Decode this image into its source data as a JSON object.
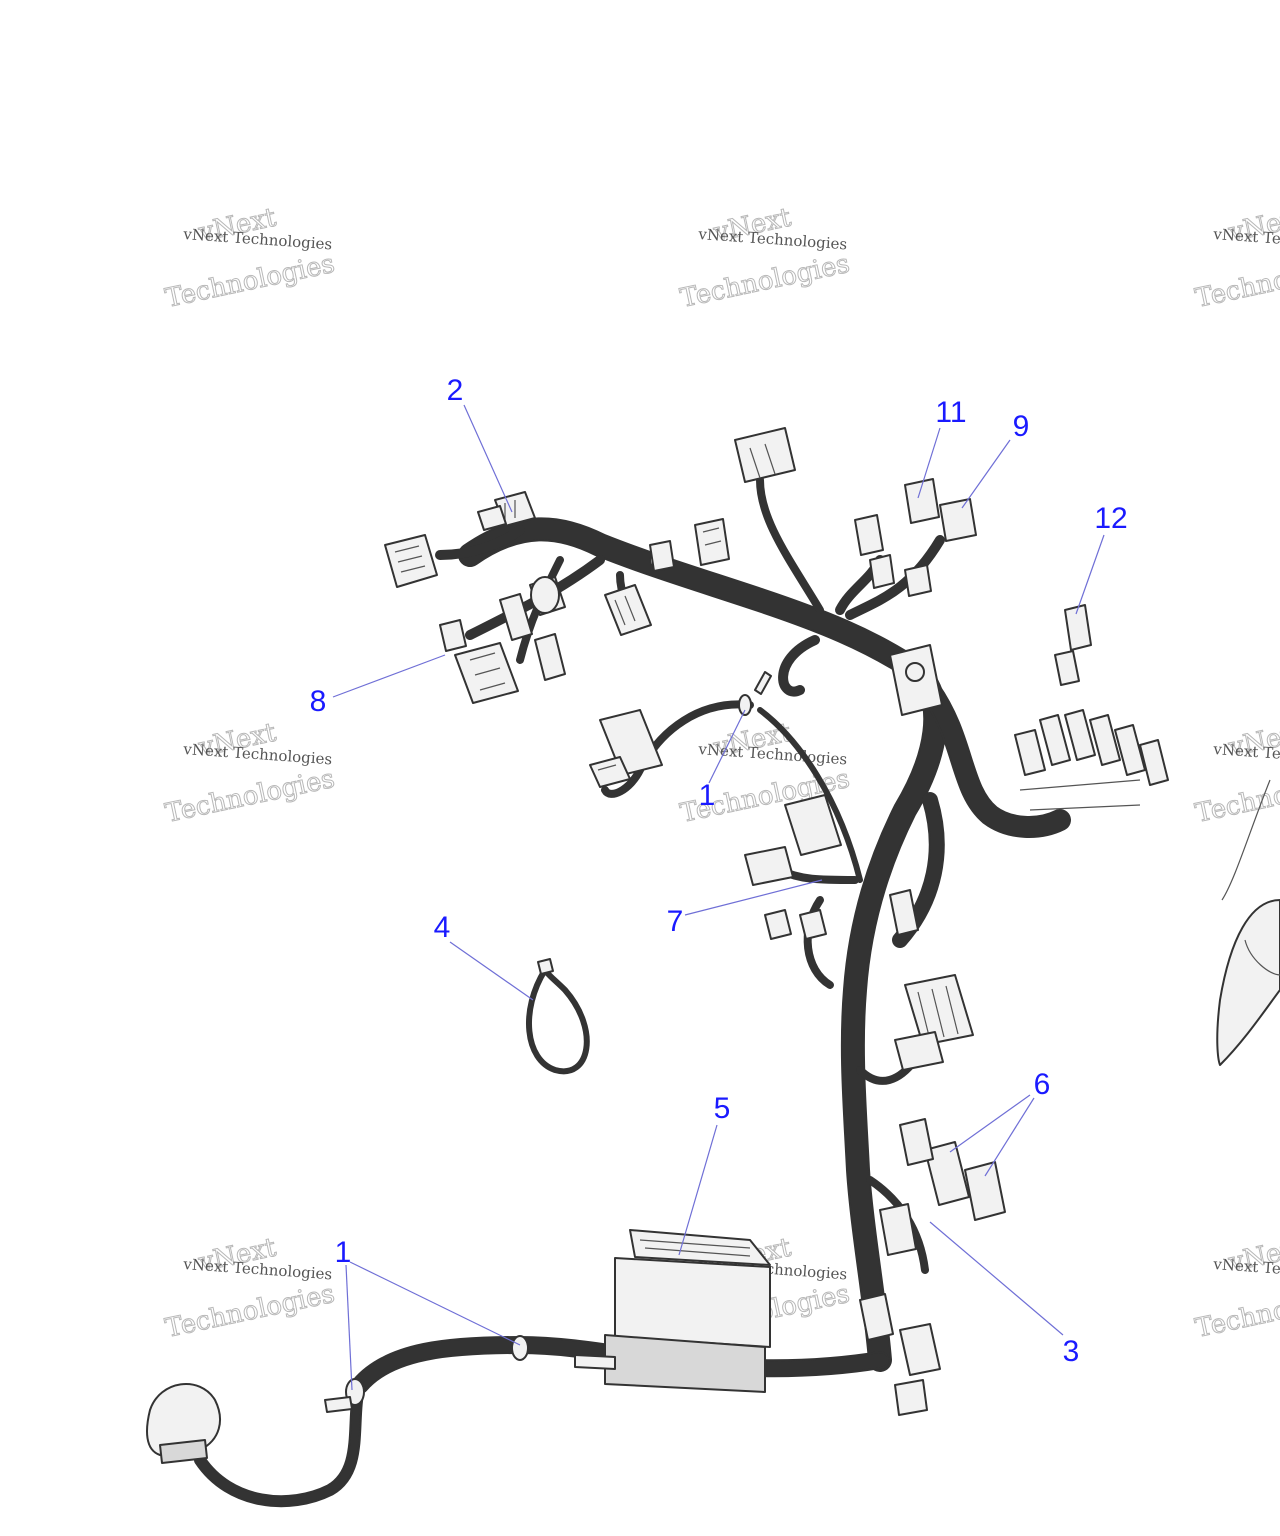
{
  "callouts": [
    {
      "id": "c1a",
      "label": "1"
    },
    {
      "id": "c1b",
      "label": "1"
    },
    {
      "id": "c2",
      "label": "2"
    },
    {
      "id": "c3",
      "label": "3"
    },
    {
      "id": "c4",
      "label": "4"
    },
    {
      "id": "c5",
      "label": "5"
    },
    {
      "id": "c6",
      "label": "6"
    },
    {
      "id": "c7",
      "label": "7"
    },
    {
      "id": "c8",
      "label": "8"
    },
    {
      "id": "c9",
      "label": "9"
    },
    {
      "id": "c11",
      "label": "11"
    },
    {
      "id": "c12",
      "label": "12"
    }
  ],
  "watermark": {
    "line1": "vNext Technologies",
    "line2a": "vNext",
    "line2b": "Technologies"
  },
  "colors": {
    "callout": "#1a1aff",
    "leader": "#6f6fd6",
    "line_art": "#333333",
    "background": "#ffffff"
  }
}
